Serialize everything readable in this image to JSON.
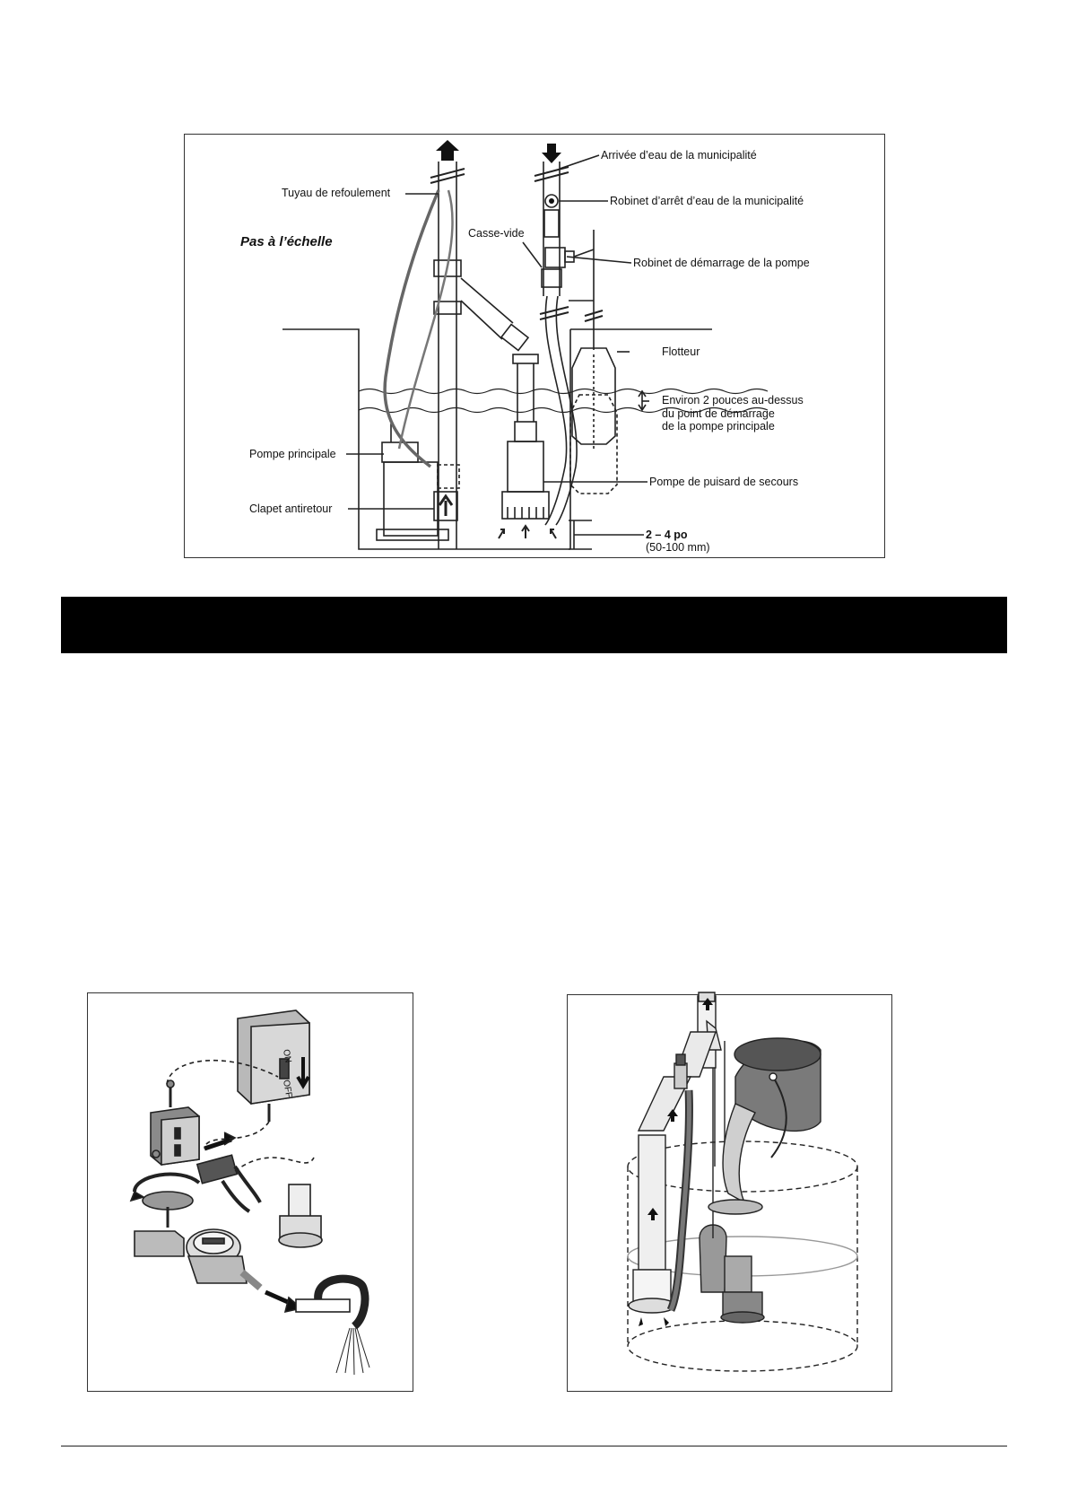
{
  "diagram": {
    "scale_note": "Pas à l’échelle",
    "labels": {
      "discharge_pipe": "Tuyau de refoulement",
      "vacuum_breaker": "Casse-vide",
      "municipal_water_inlet": "Arrivée d’eau de la municipalité",
      "municipal_shutoff_valve": "Robinet d’arrêt d’eau de la municipalité",
      "pump_start_valve": "Robinet de démarrage de la pompe",
      "float": "Flotteur",
      "environ_line1": "Environ 2 pouces au-dessus",
      "environ_line2": "du point de démarrage",
      "environ_line3": "de la pompe principale",
      "main_pump": "Pompe principale",
      "check_valve": "Clapet antiretour",
      "backup_pump": "Pompe de puisard de secours",
      "clearance_line1": "2 – 4 po",
      "clearance_line2": "(50-100 mm)"
    }
  },
  "illustration_left": {
    "switch_on": "ON",
    "switch_off": "OFF"
  },
  "illustration_right": {}
}
